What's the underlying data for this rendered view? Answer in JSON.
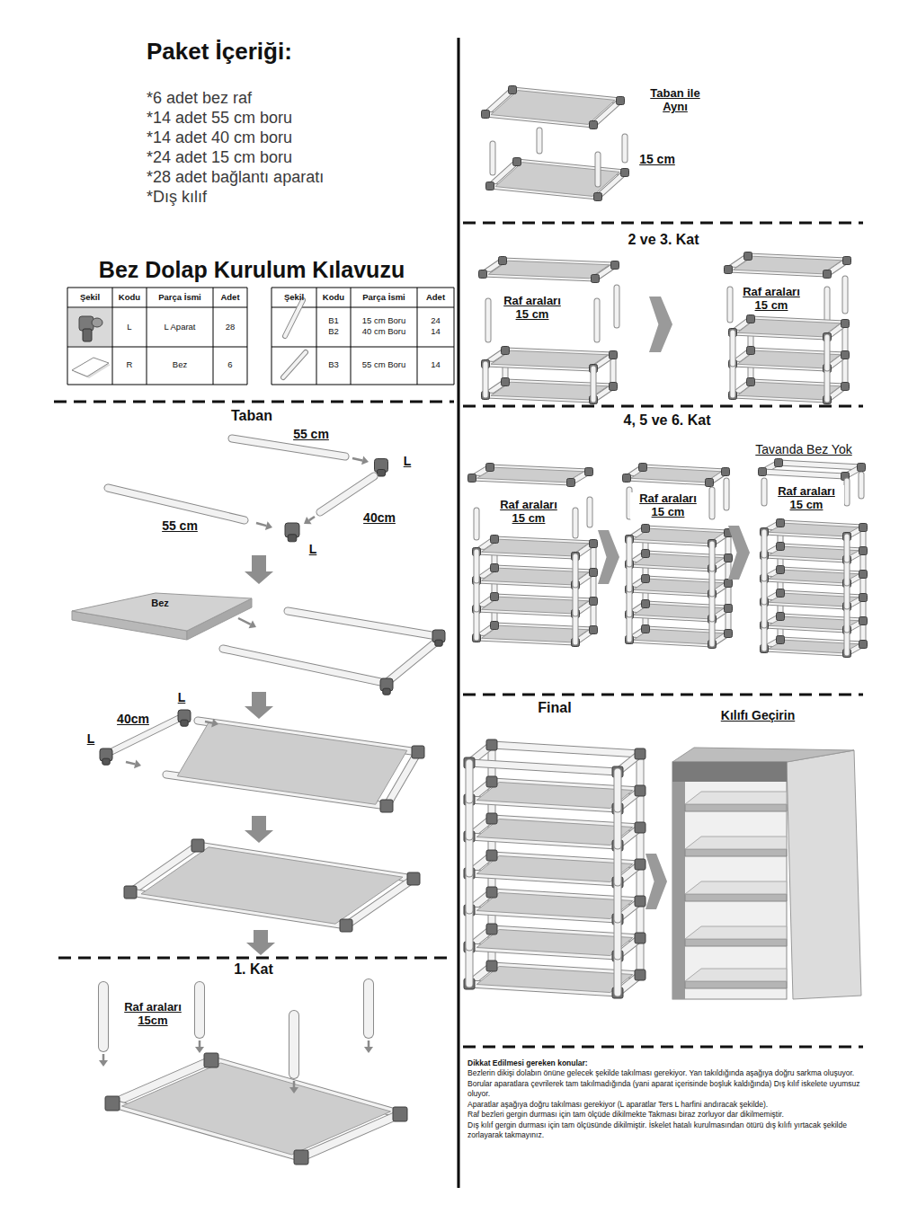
{
  "diagram": {
    "title": "Bez Dolap Kurulum Kılavuzu",
    "nodes": [
      {
        "text": [
          "Bez"
        ]
      }
    ],
    "labels": [
      "Paket İçeriği:",
      "*6 adet bez raf",
      "*14 adet 55 cm boru",
      "*14 adet 40 cm boru",
      "*24 adet 15 cm boru",
      "*28 adet bağlantı aparatı",
      "*Dış kılıf",
      "Şekil",
      "Kodu",
      "Parça İsmi",
      "Adet",
      "Şekil",
      "Kodu",
      "Parça İsmi",
      "Adet",
      "L",
      "L Aparat",
      "28",
      "B1",
      "B2",
      "15 cm Boru",
      "40 cm Boru",
      "24",
      "14",
      "R",
      "Bez",
      "6",
      "B3",
      "55 cm Boru",
      "14",
      "Taban",
      "55 cm",
      "L",
      "55 cm",
      "40cm",
      "L",
      "L",
      "40cm",
      "L",
      "1. Kat",
      "Raf araları 15cm",
      "Taban ile Aynı",
      "15 cm",
      "2 ve 3. Kat",
      "Raf araları 15 cm",
      "Raf araları 15 cm",
      "4, 5 ve 6. Kat",
      "Tavanda Bez Yok",
      "Raf araları 15 cm",
      "Raf araları 15 cm",
      "Raf araları 15 cm",
      "Final",
      "Kılıfı Geçirin",
      "Dikkat Edilmesi gereken konular:",
      "Bezlerin dikişi dolabın önüne gelecek şekilde takılması gerekiyor. Yan takıldığında aşağıya doğru sarkma oluşuyor.",
      "Borular aparatlara çevrilerek tam takılmadığında (yani aparat içerisinde boşluk kaldığında) Dış kılıf iskelete uyumsuz oluyor.",
      "Aparatlar aşağıya doğru takılması gerekiyor (L aparatlar Ters L harfini andıracak şekilde).",
      "Raf bezleri gergin durması için tam ölçüde dikilmekte Takması biraz zorluyor dar dikilmemiştir.",
      "Dış kılıf gergin durması için tam ölçüsünde dikilmiştir. İskelet hatalı kurulmasından ötürü dış kılıfı yırtacak şekilde zorlayarak takmayınız."
    ]
  }
}
